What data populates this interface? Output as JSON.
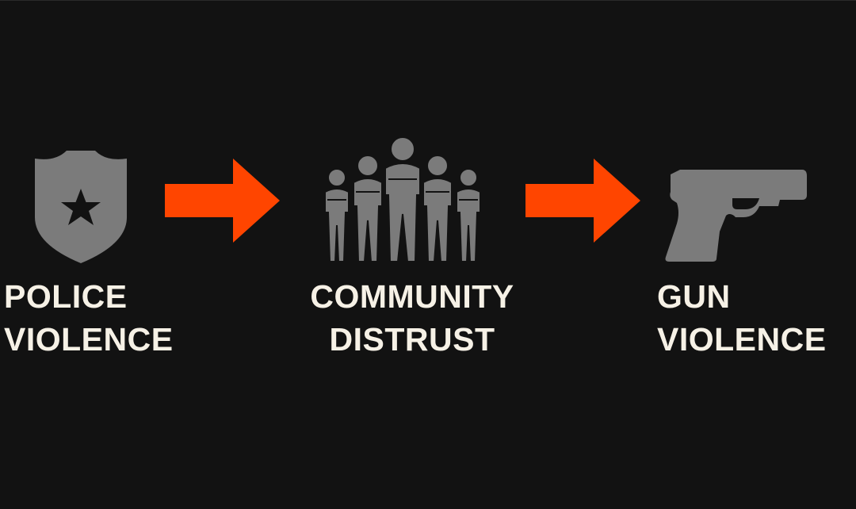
{
  "colors": {
    "background": "#121212",
    "icon": "#7b7b7b",
    "arrow": "#ff4500",
    "text": "#f6f1e6"
  },
  "steps": [
    {
      "icon": "police-badge-icon",
      "line1": "POLICE",
      "line2": "VIOLENCE"
    },
    {
      "icon": "community-group-icon",
      "line1": "COMMUNITY",
      "line2": "DISTRUST"
    },
    {
      "icon": "handgun-icon",
      "line1": "GUN",
      "line2": "VIOLENCE"
    }
  ],
  "connectors": [
    "arrow-right-icon",
    "arrow-right-icon"
  ]
}
